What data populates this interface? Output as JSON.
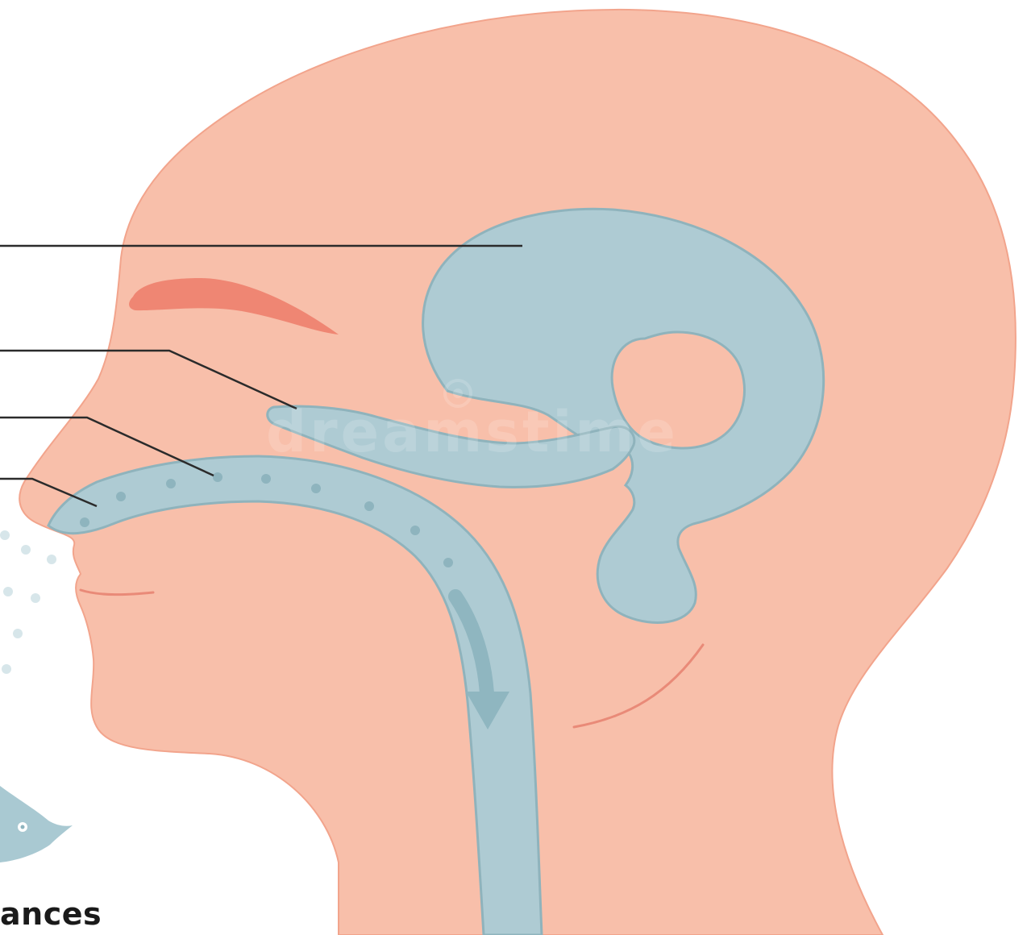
{
  "caption": {
    "partial_text": "ances"
  },
  "watermark": {
    "text": "dreamstime"
  },
  "colors": {
    "background": "#ffffff",
    "skin": "#f8bfaa",
    "skin_outline": "#f2a48c",
    "eyebrow": "#ef8673",
    "passage_fill": "#aecbd3",
    "passage_outline": "#8fb3bc",
    "particle": "#8eb4be",
    "particle_light": "#d7e6ea",
    "arrow": "#8fb6c0",
    "leader_line": "#2b2b2b",
    "lip_line": "#e98a78",
    "jaw_line": "#e98a78",
    "caption_text": "#1a1a1a",
    "fish": "#a9c9d2"
  },
  "icons": {
    "flow_arrow": "arrow-down-curved-icon",
    "fish": "fish-icon"
  },
  "leader_lines": [
    {
      "name": "brain-leader-line"
    },
    {
      "name": "nasal-cavity-leader-line"
    },
    {
      "name": "airway-leader-line"
    },
    {
      "name": "nostril-leader-line"
    }
  ]
}
